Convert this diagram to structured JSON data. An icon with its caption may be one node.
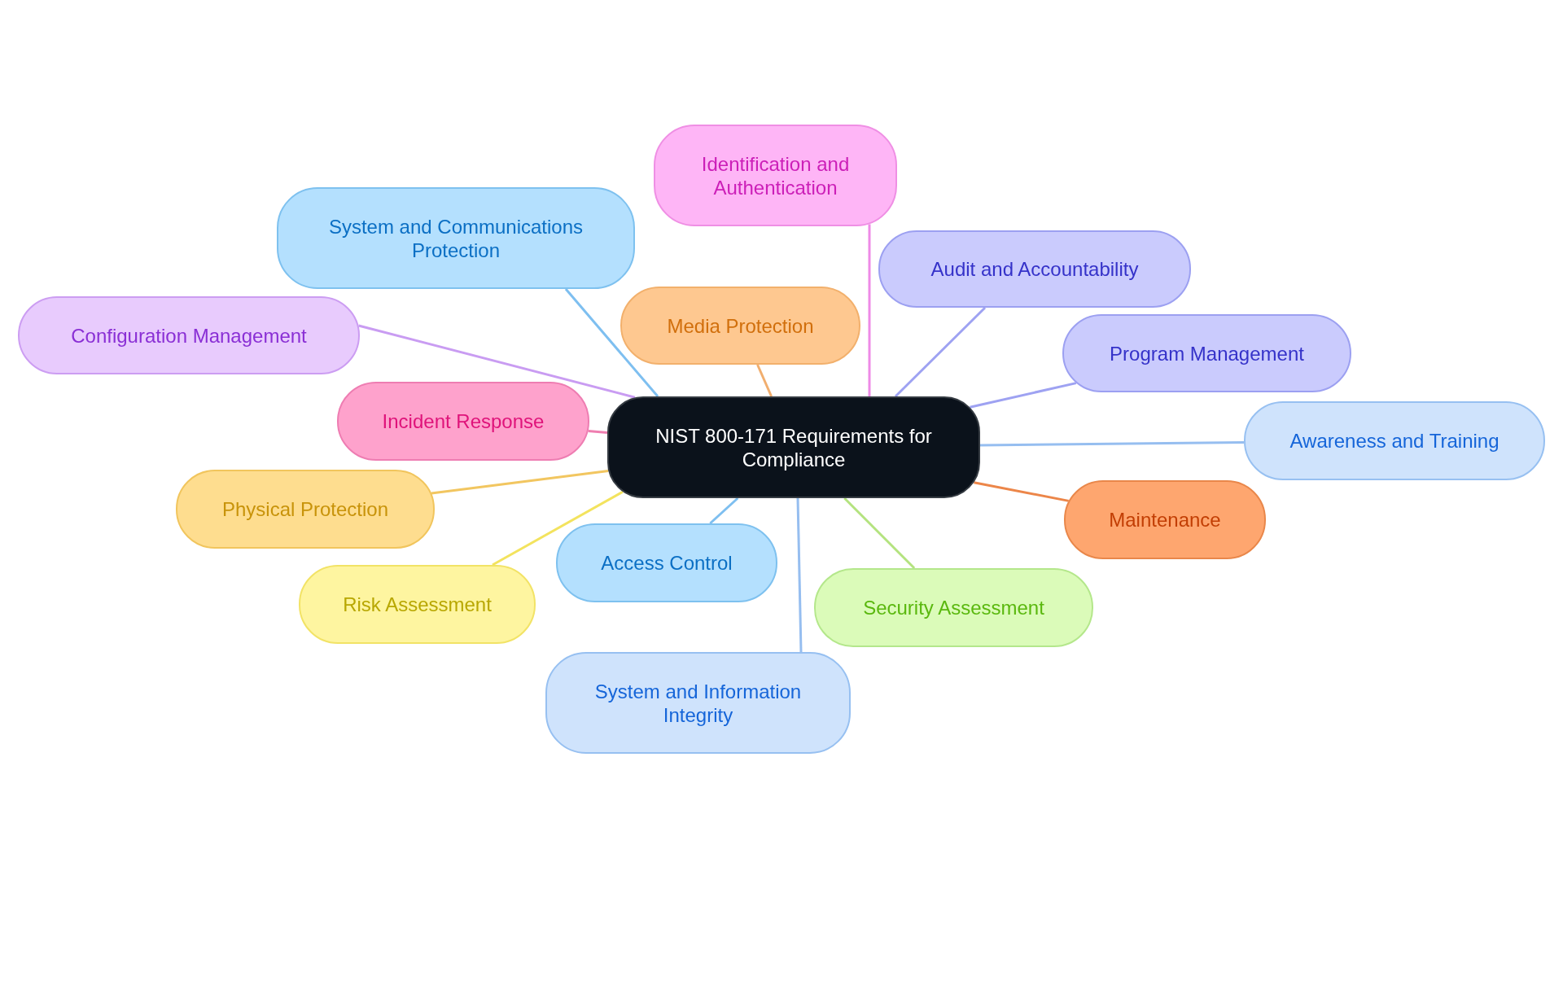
{
  "diagram": {
    "nodes": [
      {
        "text": [
          "NIST 800-171 Requirements for Compliance"
        ]
      },
      {
        "text": [
          "Identification and Authentication"
        ]
      },
      {
        "text": [
          "System and Communications Protection"
        ]
      },
      {
        "text": [
          "Audit and Accountability"
        ]
      },
      {
        "text": [
          "Configuration Management"
        ]
      },
      {
        "text": [
          "Media Protection"
        ]
      },
      {
        "text": [
          "Program Management"
        ]
      },
      {
        "text": [
          "Incident Response"
        ]
      },
      {
        "text": [
          "Awareness and Training"
        ]
      },
      {
        "text": [
          "Physical Protection"
        ]
      },
      {
        "text": [
          "Maintenance"
        ]
      },
      {
        "text": [
          "Access Control"
        ]
      },
      {
        "text": [
          "Risk Assessment"
        ]
      },
      {
        "text": [
          "Security Assessment"
        ]
      },
      {
        "text": [
          "System and Information Integrity"
        ]
      }
    ],
    "edges": [
      {
        "from": 0,
        "to": 1,
        "arrow": "none",
        "color": "#ee8ae6"
      },
      {
        "from": 0,
        "to": 2,
        "arrow": "none",
        "color": "#7ebff0"
      },
      {
        "from": 0,
        "to": 3,
        "arrow": "none",
        "color": "#9ea2f2"
      },
      {
        "from": 0,
        "to": 4,
        "arrow": "none",
        "color": "#c99cf2"
      },
      {
        "from": 0,
        "to": 5,
        "arrow": "none",
        "color": "#f1ae6e"
      },
      {
        "from": 0,
        "to": 6,
        "arrow": "none",
        "color": "#9ea2f2"
      },
      {
        "from": 0,
        "to": 7,
        "arrow": "none",
        "color": "#ef7eb0"
      },
      {
        "from": 0,
        "to": 8,
        "arrow": "none",
        "color": "#96bef0"
      },
      {
        "from": 0,
        "to": 9,
        "arrow": "none",
        "color": "#f2c660"
      },
      {
        "from": 0,
        "to": 10,
        "arrow": "none",
        "color": "#ec8649"
      },
      {
        "from": 0,
        "to": 11,
        "arrow": "none",
        "color": "#7ebff0"
      },
      {
        "from": 0,
        "to": 12,
        "arrow": "none",
        "color": "#f3e35e"
      },
      {
        "from": 0,
        "to": 13,
        "arrow": "none",
        "color": "#b4e37f"
      },
      {
        "from": 0,
        "to": 14,
        "arrow": "none",
        "color": "#96bef0"
      }
    ]
  }
}
